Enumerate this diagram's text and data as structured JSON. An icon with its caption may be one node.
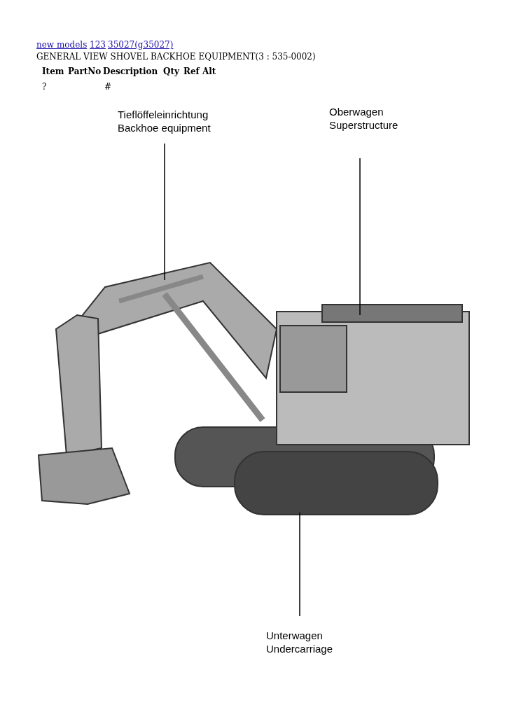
{
  "diagram": {
    "title": "GENERAL VIEW SHOVEL BACKHOE EQUIPMENT(3 : 535-0002)",
    "nodes": [
      {
        "text": [
          "Tieflöffeleinrichtung",
          "Backhoe equipment"
        ]
      },
      {
        "text": [
          "Oberwagen",
          "Superstructure"
        ]
      },
      {
        "text": [
          "Unterwagen",
          "Undercarriage"
        ]
      }
    ],
    "edges": [
      {
        "from": 0,
        "to": null,
        "arrow": "none"
      },
      {
        "from": 1,
        "to": null,
        "arrow": "none"
      },
      {
        "from": 2,
        "to": null,
        "arrow": "none"
      }
    ],
    "labels": [
      "new models",
      "123",
      "35027(g35027)",
      "Item",
      "PartNo",
      "Description",
      "Qty",
      "Ref",
      "Alt",
      "?",
      "#"
    ]
  }
}
